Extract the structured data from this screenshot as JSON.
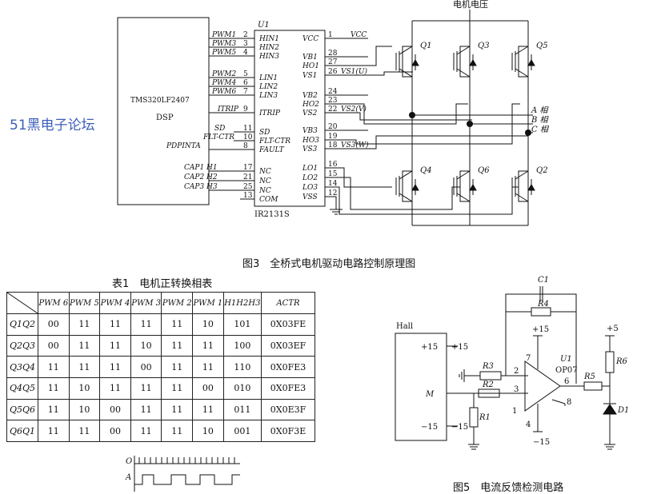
{
  "watermark": "51黑电子论坛",
  "fig3": {
    "caption": "图3　全桥式电机驱动电路控制原理图",
    "dsp_label": "TMS320LF2407",
    "dsp_sub": "DSP",
    "ic_ref": "U1",
    "ic_part": "IR2131S",
    "motor_voltage": "电机电压",
    "vcc_net": "VCC",
    "left_pins": [
      {
        "net": "PWM1",
        "num": "2",
        "name": "HIN1"
      },
      {
        "net": "PWM3",
        "num": "3",
        "name": "HIN2"
      },
      {
        "net": "PWM5",
        "num": "4",
        "name": "HIN3"
      },
      {
        "net": "PWM2",
        "num": "5",
        "name": "LIN1"
      },
      {
        "net": "PWM4",
        "num": "6",
        "name": "LIN2"
      },
      {
        "net": "PWM6",
        "num": "7",
        "name": "LIN3"
      },
      {
        "net": "ITRIP",
        "num": "9",
        "name": "ITRIP"
      },
      {
        "net": "SD",
        "num": "11",
        "name": "SD"
      },
      {
        "net": "FLT-CTR",
        "num": "10",
        "name": "FLT-CTR"
      },
      {
        "net": "PDPINTA",
        "num": "8",
        "name": "FAULT"
      },
      {
        "net": "CAP1 H1",
        "num": "17",
        "name": "NC"
      },
      {
        "net": "CAP2 H2",
        "num": "21",
        "name": "NC"
      },
      {
        "net": "CAP3 H3",
        "num": "25",
        "name": "NC"
      },
      {
        "net": "",
        "num": "13",
        "name": "COM"
      }
    ],
    "right_pins": [
      {
        "name": "VCC",
        "num": "1",
        "net": "VCC"
      },
      {
        "name": "VB1",
        "num": "28",
        "net": ""
      },
      {
        "name": "HO1",
        "num": "27",
        "net": ""
      },
      {
        "name": "VS1",
        "num": "26",
        "net": "VS1(U)"
      },
      {
        "name": "VB2",
        "num": "24",
        "net": ""
      },
      {
        "name": "HO2",
        "num": "23",
        "net": ""
      },
      {
        "name": "VS2",
        "num": "22",
        "net": "VS2(V)"
      },
      {
        "name": "VB3",
        "num": "20",
        "net": ""
      },
      {
        "name": "HO3",
        "num": "19",
        "net": ""
      },
      {
        "name": "VS3",
        "num": "18",
        "net": "VS3(W)"
      },
      {
        "name": "LO1",
        "num": "16",
        "net": ""
      },
      {
        "name": "LO2",
        "num": "15",
        "net": ""
      },
      {
        "name": "LO3",
        "num": "14",
        "net": ""
      },
      {
        "name": "VSS",
        "num": "12",
        "net": ""
      }
    ],
    "transistors": [
      "Q1",
      "Q3",
      "Q5",
      "Q4",
      "Q6",
      "Q2"
    ],
    "phases": [
      "A 相",
      "B 相",
      "C 相"
    ]
  },
  "table1": {
    "title": "表1　电机正转换相表",
    "headers": [
      "PWM 6",
      "PWM 5",
      "PWM 4",
      "PWM 3",
      "PWM 2",
      "PWM 1",
      "H1H2H3",
      "ACTR"
    ],
    "rows": [
      {
        "label": "Q1Q2",
        "cells": [
          "00",
          "11",
          "11",
          "11",
          "11",
          "10",
          "101",
          "0X03FE"
        ]
      },
      {
        "label": "Q2Q3",
        "cells": [
          "00",
          "11",
          "11",
          "10",
          "11",
          "11",
          "100",
          "0X03EF"
        ]
      },
      {
        "label": "Q3Q4",
        "cells": [
          "11",
          "11",
          "11",
          "00",
          "11",
          "11",
          "110",
          "0X0FE3"
        ]
      },
      {
        "label": "Q4Q5",
        "cells": [
          "11",
          "10",
          "11",
          "11",
          "11",
          "00",
          "010",
          "0X0FE3"
        ]
      },
      {
        "label": "Q5Q6",
        "cells": [
          "11",
          "10",
          "00",
          "11",
          "11",
          "11",
          "011",
          "0X0E3F"
        ]
      },
      {
        "label": "Q6Q1",
        "cells": [
          "11",
          "11",
          "00",
          "11",
          "11",
          "10",
          "001",
          "0X0F3E"
        ]
      }
    ]
  },
  "waveform": {
    "labels": [
      "O",
      "A"
    ]
  },
  "fig5": {
    "caption": "图5　电流反馈检测电路",
    "hall_label": "Hall",
    "hall_pins": [
      "+15",
      "M",
      "−15"
    ],
    "hall_rails": [
      "+15",
      "−15"
    ],
    "opamp_ref": "U1",
    "opamp_part": "OP07",
    "opamp_pins": [
      "7",
      "2",
      "3",
      "6",
      "1",
      "8",
      "4"
    ],
    "supplies": [
      "+15",
      "−15",
      "+5"
    ],
    "parts": [
      "C1",
      "R4",
      "R3",
      "R2",
      "R1",
      "R5",
      "R6",
      "D1"
    ]
  }
}
